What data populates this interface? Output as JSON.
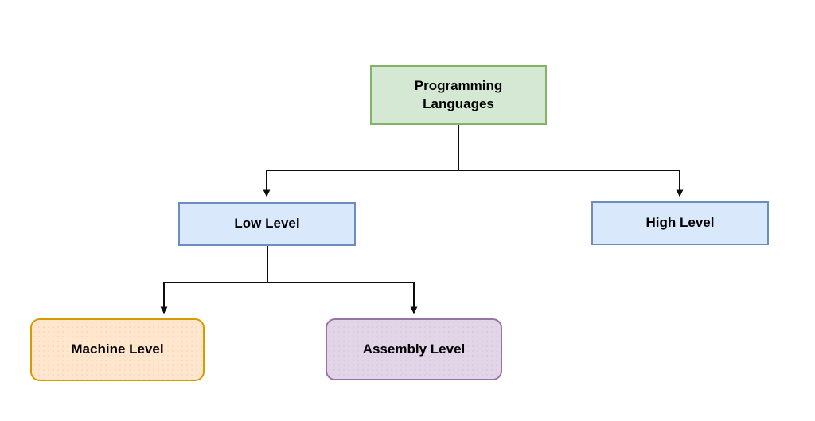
{
  "diagram": {
    "type": "hierarchy-flowchart",
    "line_color": "#0d0d0d",
    "text_color": "#000000",
    "background": "#ffffff",
    "nodes": [
      {
        "id": "programming-languages",
        "label": "Programming Languages",
        "shape": "rect",
        "fill": "#d5e8d4",
        "border": "#82b366"
      },
      {
        "id": "low-level",
        "label": "Low Level",
        "shape": "rect",
        "fill": "#dae8fc",
        "border": "#6c8ebf"
      },
      {
        "id": "high-level",
        "label": "High Level",
        "shape": "rect",
        "fill": "#dae8fc",
        "border": "#6c8ebf"
      },
      {
        "id": "machine-level",
        "label": "Machine Level",
        "shape": "rounded",
        "fill": "#ffe6cc",
        "border": "#d79b00"
      },
      {
        "id": "assembly-level",
        "label": "Assembly Level",
        "shape": "rounded",
        "fill": "#e1d5e7",
        "border": "#9673a6"
      }
    ],
    "edges": [
      {
        "from": "programming-languages",
        "to": "low-level"
      },
      {
        "from": "programming-languages",
        "to": "high-level"
      },
      {
        "from": "low-level",
        "to": "machine-level"
      },
      {
        "from": "low-level",
        "to": "assembly-level"
      }
    ]
  }
}
